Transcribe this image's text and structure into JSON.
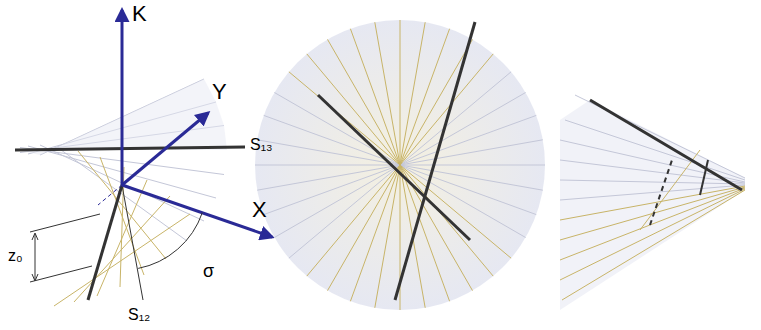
{
  "diagram": {
    "labels": [
      "K",
      "Y",
      "S₁₃",
      "X",
      "z₀",
      "S₁₂",
      "σ"
    ]
  }
}
